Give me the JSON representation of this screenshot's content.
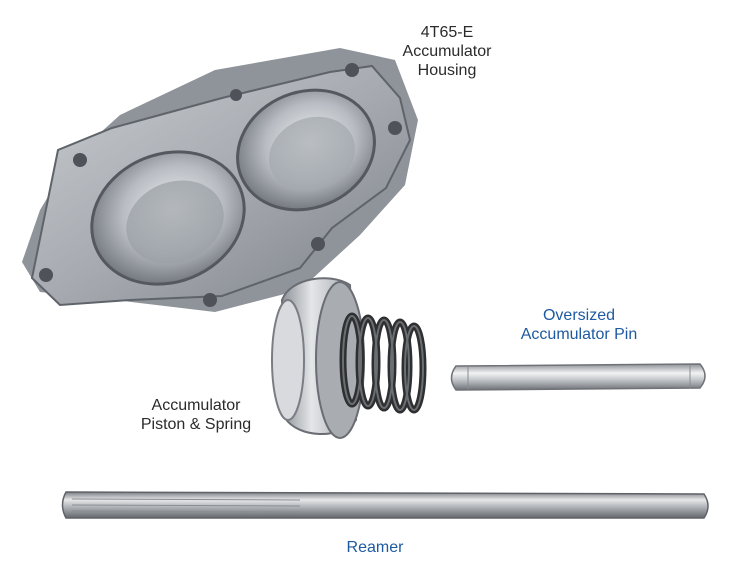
{
  "labels": {
    "housing": {
      "line1": "4T65-E",
      "line2": "Accumulator",
      "line3": "Housing"
    },
    "pin": {
      "line1": "Oversized",
      "line2": "Accumulator Pin"
    },
    "piston": {
      "line1": "Accumulator",
      "line2": "Piston & Spring"
    },
    "reamer": {
      "line1": "Reamer"
    }
  },
  "colors": {
    "dark_label": "#2b2b2b",
    "blue_label": "#1e5aa0",
    "background": "#ffffff"
  }
}
